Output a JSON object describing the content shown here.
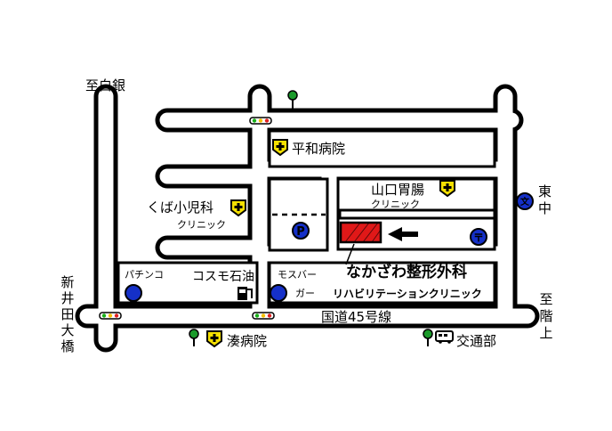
{
  "colors": {
    "background": "#ffffff",
    "road_outline": "#000000",
    "road_fill": "#ffffff",
    "hospital_cross_bg": "#f5e000",
    "marker_blue": "#1530c8",
    "target_red": "#e01818",
    "tree_green": "#1a9a2a",
    "signal_red": "#e02020",
    "signal_green": "#18b018"
  },
  "labels": {
    "to_shirogane": "至白銀",
    "heiwa_hospital": "平和病院",
    "yamaguchi_line1": "山口胃腸",
    "yamaguchi_line2": "クリニック",
    "kuba_line1": "くば小児科",
    "kuba_line2": "クリニック",
    "east_line1": "東",
    "east_line2": "中",
    "pachinko": "パチンコ",
    "cosmo": "コスモ石油",
    "mos_line1": "モスバー",
    "mos_line2": "ガー",
    "clinic_name": "なかざわ整形外科",
    "clinic_sub": "リハビリテーションクリニック",
    "route45": "国道45号線",
    "niida_bridge": "新井田大橋",
    "to_kaijo": "至階上",
    "minato_hospital": "湊病院",
    "kotsubu": "交通部"
  },
  "icons": {
    "hospital": "hospital-cross-icon",
    "parking": "parking-icon",
    "post_office": "post-office-icon",
    "school": "school-icon",
    "pachinko": "pachinko-marker-icon",
    "mos_burger": "mos-burger-marker-icon",
    "gas_station": "gas-station-icon",
    "traffic_signal": "traffic-signal-icon",
    "tree": "tree-icon",
    "bus": "bus-icon",
    "arrow": "arrow-left-icon"
  },
  "symbols": {
    "parking": "P",
    "post_office": "〒",
    "school": "文"
  }
}
